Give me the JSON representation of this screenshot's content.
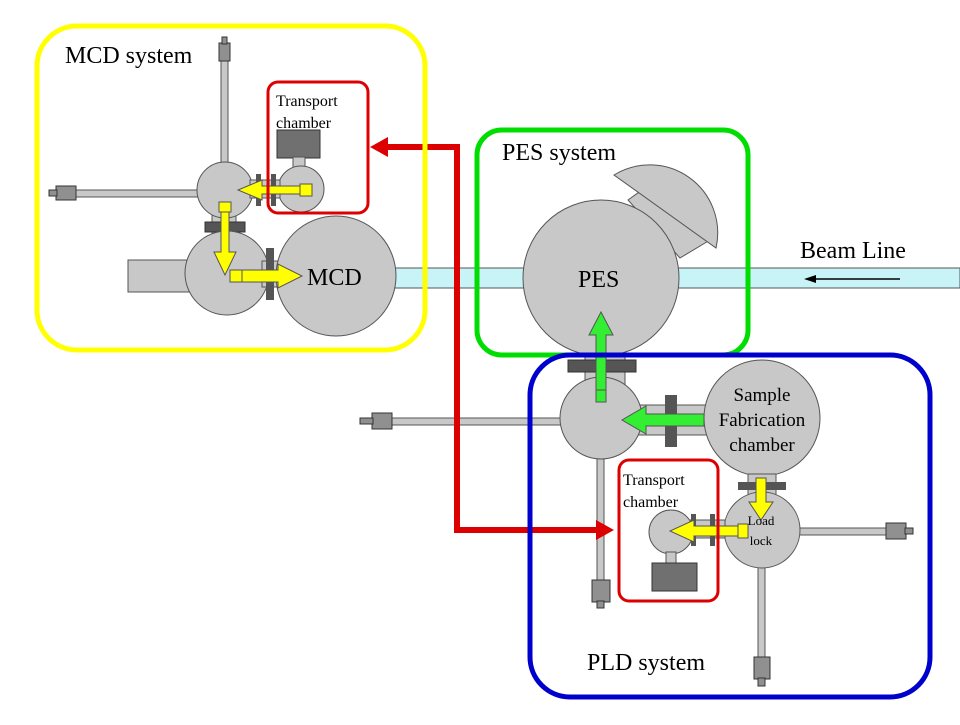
{
  "labels": {
    "mcd_system": "MCD system",
    "pes_system": "PES system",
    "pld_system": "PLD system",
    "beam_line": "Beam Line",
    "mcd": "MCD",
    "pes": "PES",
    "transport_top_1": "Transport",
    "transport_top_2": "chamber",
    "transport_bottom_1": "Transport",
    "transport_bottom_2": "chamber",
    "sample_1": "Sample",
    "sample_2": "Fabrication",
    "sample_3": "chamber",
    "load_1": "Load",
    "load_2": "lock"
  },
  "colors": {
    "mcd_box": "#ffff00",
    "pes_box": "#00dd00",
    "pld_box": "#0000cc",
    "transport_box": "#dd0000",
    "transfer_arrow": "#dd0000",
    "mcd_arrows": "#ffff00",
    "pes_arrows": "#33ee33",
    "chamber_fill": "#c8c8c8",
    "beam_fill": "#c8f4f8"
  }
}
